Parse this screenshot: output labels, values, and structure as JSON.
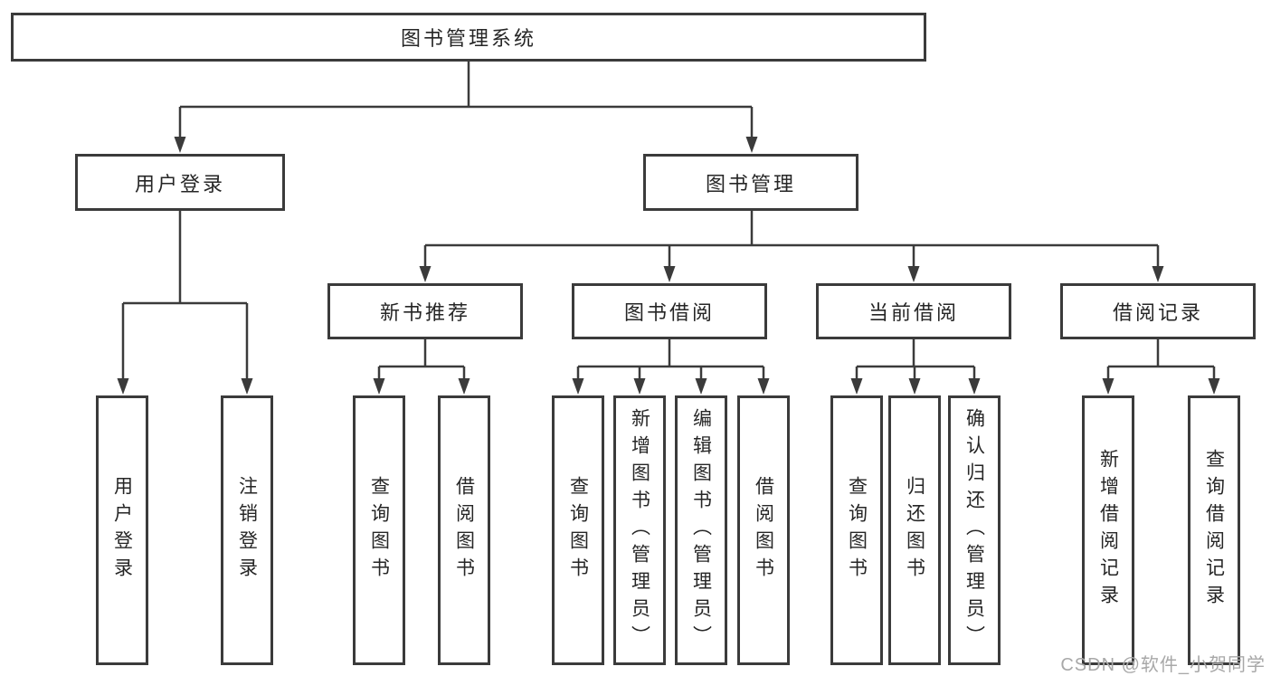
{
  "nodes": {
    "root": {
      "label": "图书管理系统"
    },
    "user_login": {
      "label": "用户登录"
    },
    "book_management": {
      "label": "图书管理"
    },
    "new_book_recommend": {
      "label": "新书推荐"
    },
    "book_borrow": {
      "label": "图书借阅"
    },
    "current_borrow": {
      "label": "当前借阅"
    },
    "borrow_record": {
      "label": "借阅记录"
    },
    "leaf_user_login": {
      "label": "用户登录"
    },
    "leaf_logout": {
      "label": "注销登录"
    },
    "leaf_query_book_1": {
      "label": "查询图书"
    },
    "leaf_borrow_book_1": {
      "label": "借阅图书"
    },
    "leaf_query_book_2": {
      "label": "查询图书"
    },
    "leaf_add_book": {
      "label": "新增图书（管理员）"
    },
    "leaf_edit_book": {
      "label": "编辑图书（管理员）"
    },
    "leaf_borrow_book_2": {
      "label": "借阅图书"
    },
    "leaf_query_book_3": {
      "label": "查询图书"
    },
    "leaf_return_book": {
      "label": "归还图书"
    },
    "leaf_confirm_return": {
      "label": "确认归还（管理员）"
    },
    "leaf_add_borrow_record": {
      "label": "新增借阅记录"
    },
    "leaf_query_borrow_record": {
      "label": "查询借阅记录"
    }
  },
  "hierarchy": {
    "图书管理系统": [
      "用户登录",
      "图书管理"
    ],
    "用户登录": [
      "用户登录",
      "注销登录"
    ],
    "图书管理": [
      "新书推荐",
      "图书借阅",
      "当前借阅",
      "借阅记录"
    ],
    "新书推荐": [
      "查询图书",
      "借阅图书"
    ],
    "图书借阅": [
      "查询图书",
      "新增图书（管理员）",
      "编辑图书（管理员）",
      "借阅图书"
    ],
    "当前借阅": [
      "查询图书",
      "归还图书",
      "确认归还（管理员）"
    ],
    "借阅记录": [
      "新增借阅记录",
      "查询借阅记录"
    ]
  },
  "watermark": {
    "text": "CSDN @软件_小贺同学"
  },
  "colors": {
    "line": "#3b3b3b",
    "text": "#262626",
    "watermark": "#a8a8a8",
    "background": "#ffffff"
  }
}
